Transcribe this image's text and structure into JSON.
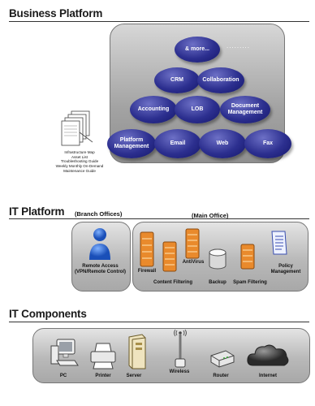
{
  "business_platform": {
    "title": "Business Platform",
    "more": "& more...",
    "dots": ".........",
    "crm": "CRM",
    "collaboration": "Collaboration",
    "accounting": "Accounting",
    "lob": "LOB",
    "document_management": "Document Management",
    "platform_management": "Platform Management",
    "email": "Email",
    "web": "Web",
    "fax": "Fax",
    "docs": [
      "Infrastructure Map",
      "Asset List",
      "Troubleshooting Guide",
      "Weekly Monthly On-Demand",
      "Maintenance Guide"
    ]
  },
  "it_platform": {
    "title": "IT Platform",
    "branch": "(Branch Offices)",
    "main": "(Main Office)",
    "remote_access": "Remote Access",
    "vpn": "(VPN/Remote Control)",
    "firewall": "Firewall",
    "antivirus": "AntiVirus",
    "content_filtering": "Content Filtering",
    "backup": "Backup",
    "spam_filtering": "Spam Filtering",
    "policy_management": "Policy Management"
  },
  "it_components": {
    "title": "IT Components",
    "pc": "PC",
    "printer": "Printer",
    "server": "Server",
    "wireless": "Wireless",
    "router": "Router",
    "internet": "Internet"
  }
}
